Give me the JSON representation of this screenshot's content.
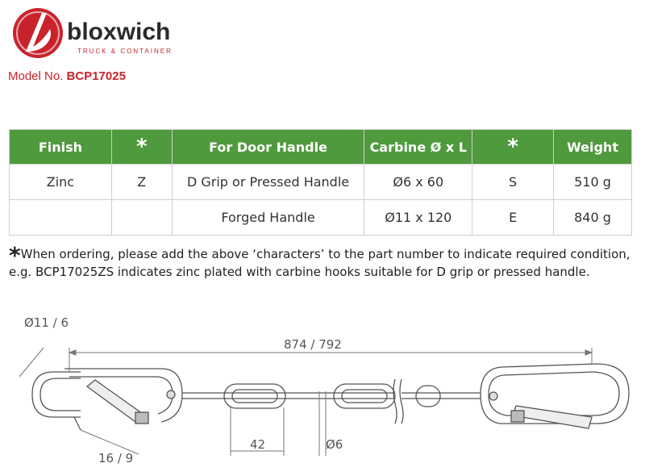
{
  "brand": {
    "name": "bloxwich",
    "tagline": "TRUCK & CONTAINER",
    "colors": {
      "red": "#c8232c",
      "green": "#4f9a3d"
    }
  },
  "model": {
    "label": "Model No.",
    "number": "BCP17025"
  },
  "table": {
    "headers": [
      "Finish",
      "*",
      "For Door Handle",
      "Carbine Ø x L",
      "*",
      "Weight"
    ],
    "rows": [
      [
        "Zinc",
        "Z",
        "D Grip or Pressed Handle",
        "Ø6 x 60",
        "S",
        "510 g"
      ],
      [
        "",
        "",
        "Forged Handle",
        "Ø11 x 120",
        "E",
        "840 g"
      ]
    ]
  },
  "note": {
    "star": "*",
    "text": "When ordering, please add the above ‘characters’ to the part number to indicate required condition, e.g. BCP17025ZS indicates zinc plated with carbine hooks suitable for D grip or pressed handle."
  },
  "drawing": {
    "dim_diameter": "Ø11 / 6",
    "dim_length": "874 / 792",
    "dim_link_length": "42",
    "dim_chain_diameter": "Ø6",
    "dim_gate": "16 / 9"
  }
}
